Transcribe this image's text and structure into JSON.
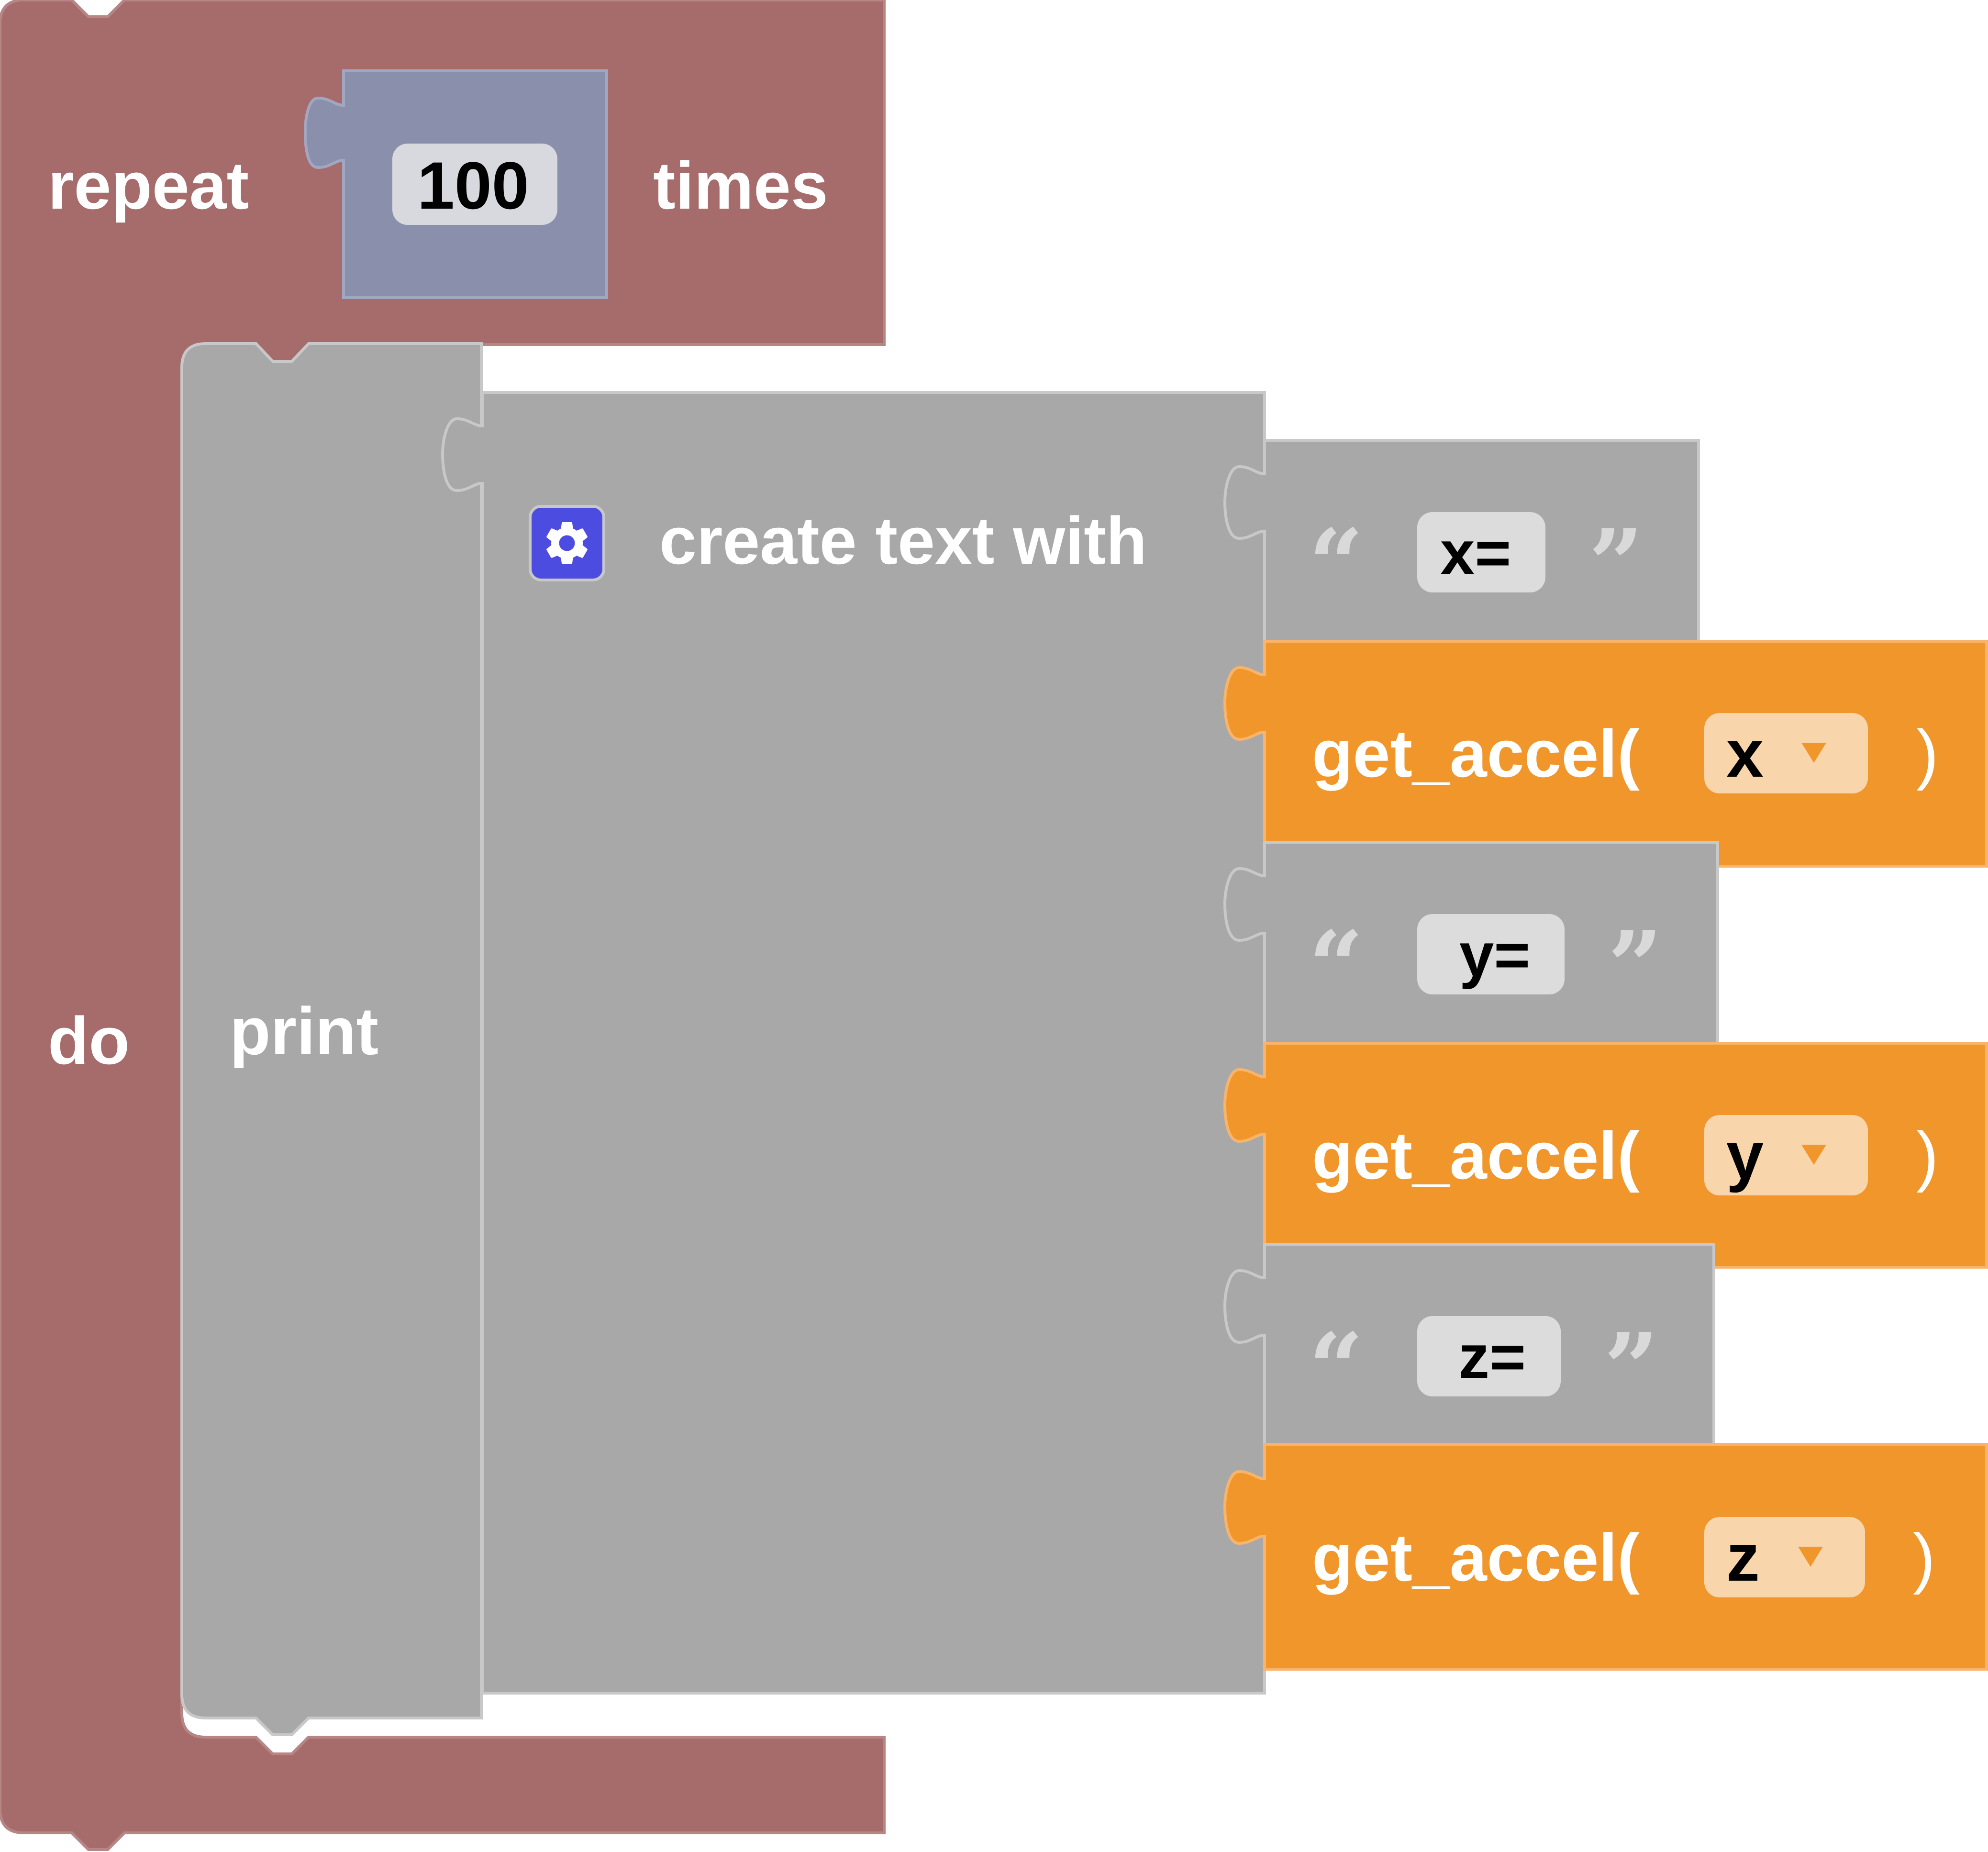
{
  "colors": {
    "loop_block": "#a66b6b",
    "loop_block_stroke": "#b88585",
    "math_block": "#8a8fab",
    "math_block_stroke": "#a2a7c1",
    "text_block": "#a8a8a8",
    "text_block_stroke": "#c8c8c8",
    "sensor_block": "#f0962a",
    "sensor_block_stroke": "#f7b46a",
    "number_field": "#d8d9de",
    "text_field": "#dcdcdc",
    "dropdown_field": "#f9d5ab",
    "dropdown_arrow": "#f0962a",
    "mutator": "#4c4ce0",
    "quote_mark": "#d9d9d9"
  },
  "repeat_block": {
    "label_repeat": "repeat",
    "label_times": "times",
    "label_do": "do",
    "count": "100"
  },
  "print_block": {
    "label": "print"
  },
  "join_block": {
    "label": "create text with",
    "mutator_icon": "gear-icon",
    "items": [
      {
        "kind": "text",
        "open_quote": "“",
        "value": "x=",
        "close_quote": "”"
      },
      {
        "kind": "sensor",
        "label": "get_accel(",
        "axis": "x",
        "dropdown_icon": "triangle-down-icon",
        "close": ")"
      },
      {
        "kind": "text",
        "open_quote": "“",
        "value": "y=",
        "close_quote": "”"
      },
      {
        "kind": "sensor",
        "label": "get_accel(",
        "axis": "y",
        "dropdown_icon": "triangle-down-icon",
        "close": ")"
      },
      {
        "kind": "text",
        "open_quote": "“",
        "value": "z=",
        "close_quote": "”"
      },
      {
        "kind": "sensor",
        "label": "get_accel(",
        "axis": "z",
        "dropdown_icon": "triangle-down-icon",
        "close": ")"
      }
    ]
  }
}
